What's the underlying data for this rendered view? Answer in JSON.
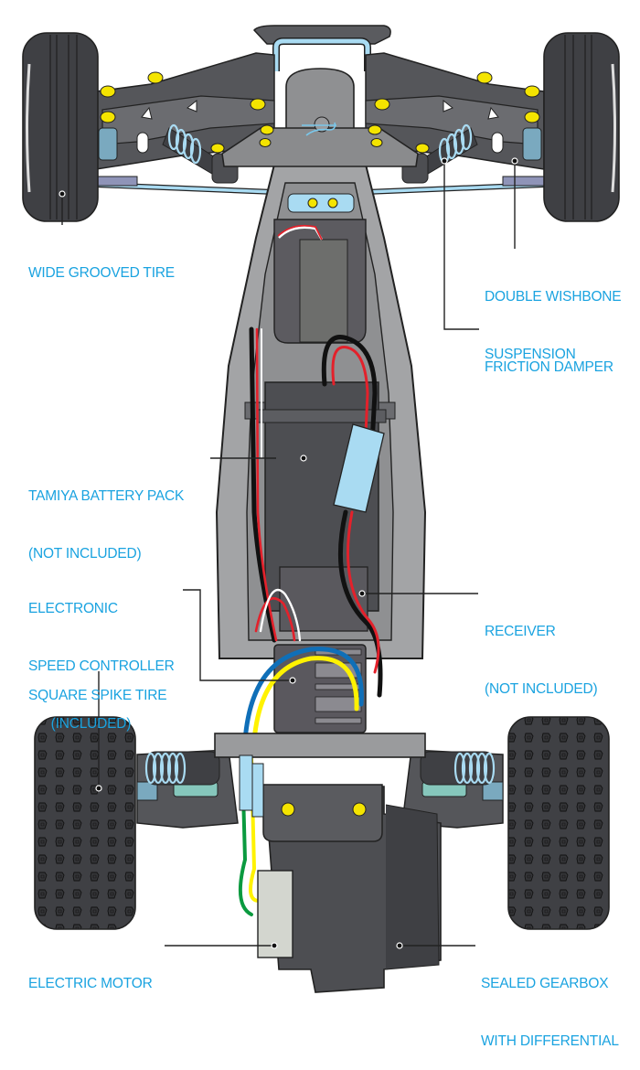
{
  "diagram": {
    "subject": "RC buggy chassis (top view)",
    "colors": {
      "label_text": "#1aa3e0",
      "chassis_dark": "#4d4e52",
      "chassis_mid": "#6b6c70",
      "chassis_light": "#a3a4a6",
      "tire": "#3f4044",
      "screw": "#f4e400",
      "light_blue_part": "#a9dbf2",
      "wire_red": "#e3212b",
      "wire_blue": "#0f6fb8",
      "wire_yellow": "#fff200",
      "wire_green": "#0a9a3f",
      "motor_can": "#d3d6cf",
      "leader_line": "#222222"
    },
    "labels": {
      "wide_grooved_tire": [
        "WIDE GROOVED TIRE"
      ],
      "double_wishbone": [
        "DOUBLE WISHBONE",
        "SUSPENSION"
      ],
      "friction_damper": [
        "FRICTION DAMPER"
      ],
      "battery_pack": [
        "TAMIYA BATTERY PACK",
        "(NOT INCLUDED)"
      ],
      "esc": [
        "ELECTRONIC",
        "SPEED CONTROLLER",
        "      (INCLUDED)"
      ],
      "receiver": [
        "RECEIVER",
        "(NOT INCLUDED)"
      ],
      "square_spike_tire": [
        "SQUARE SPIKE TIRE"
      ],
      "electric_motor": [
        "ELECTRIC MOTOR"
      ],
      "sealed_gearbox": [
        "SEALED GEARBOX",
        "WITH DIFFERENTIAL"
      ]
    }
  }
}
